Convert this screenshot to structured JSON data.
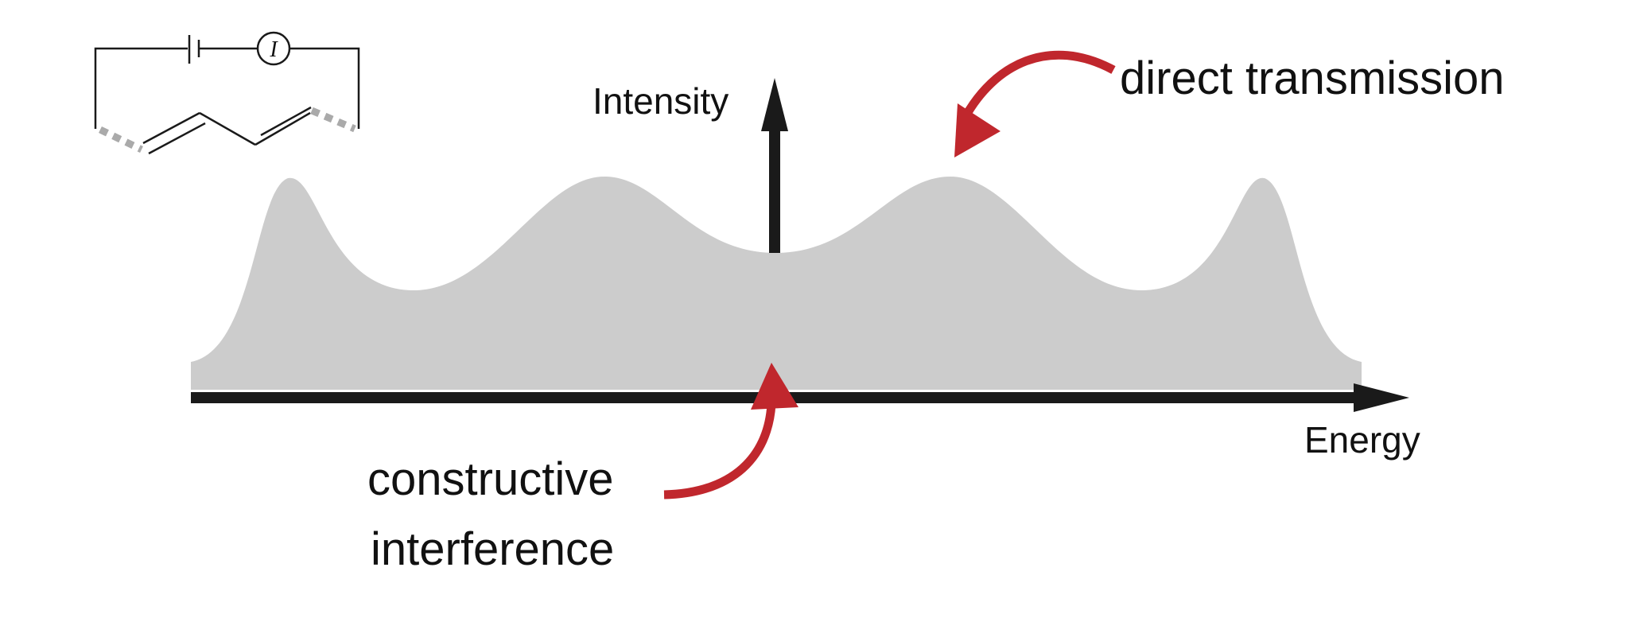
{
  "labels": {
    "y_axis": "Intensity",
    "x_axis": "Energy",
    "direct": "direct transmission",
    "constructive_line1": "constructive",
    "constructive_line2": "interference",
    "meter_symbol": "I"
  },
  "colors": {
    "curve_fill": "#cccccc",
    "axis": "#1a1a1a",
    "arrow_annotation": "#c0272d",
    "molecule_dots": "#aaaaaa",
    "text": "#111111"
  },
  "chart_data": {
    "type": "area",
    "title": "",
    "xlabel": "Energy",
    "ylabel": "Intensity",
    "grid": false,
    "legend": "none"
  }
}
